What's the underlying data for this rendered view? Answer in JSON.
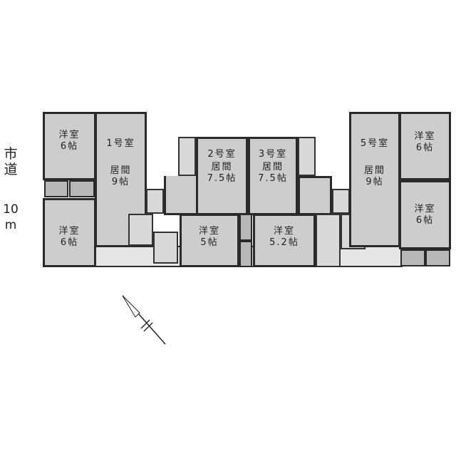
{
  "street": {
    "name_line1": "市",
    "name_line2": "道",
    "width_line1": "10",
    "width_line2": "m"
  },
  "units": {
    "unit1": {
      "label": "1号室",
      "living": "居間",
      "living_size": "9帖",
      "bed_top": "洋室",
      "bed_top_size": "6帖",
      "bed_bottom": "洋室",
      "bed_bottom_size": "6帖"
    },
    "unit2": {
      "label": "2号室",
      "living": "居間",
      "living_size": "7.5帖",
      "bed": "洋室",
      "bed_size": "5帖"
    },
    "unit3": {
      "label": "3号室",
      "living": "居間",
      "living_size": "7.5帖",
      "bed": "洋室",
      "bed_size": "5.2帖"
    },
    "unit5": {
      "label": "5号室",
      "living": "居間",
      "living_size": "9帖",
      "bed_top": "洋室",
      "bed_top_size": "6帖",
      "bed_bottom": "洋室",
      "bed_bottom_size": "6帖"
    }
  },
  "compass": {
    "icon": "north-arrow-icon"
  }
}
